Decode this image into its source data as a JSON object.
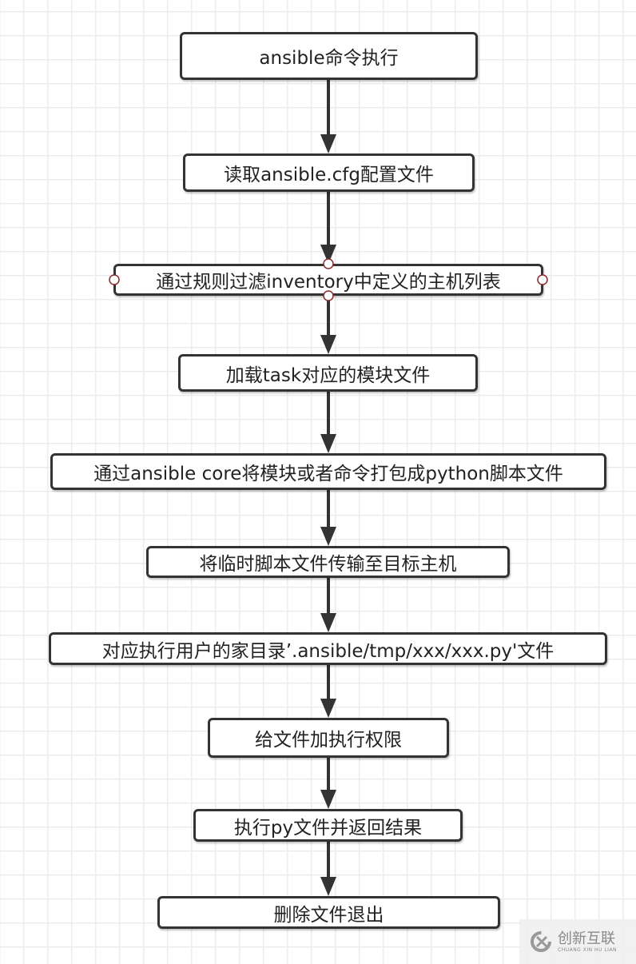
{
  "nodes": [
    {
      "label": "ansible命令执行"
    },
    {
      "label": "读取ansible.cfg配置文件"
    },
    {
      "label": "通过规则过滤inventory中定义的主机列表",
      "selected": true
    },
    {
      "label": "加载task对应的模块文件"
    },
    {
      "label": "通过ansible core将模块或者命令打包成python脚本文件"
    },
    {
      "label": "将临时脚本文件传输至目标主机"
    },
    {
      "label": "对应执行用户的家目录’.ansible/tmp/xxx/xxx.py'文件"
    },
    {
      "label": "给文件加执行权限"
    },
    {
      "label": "执行py文件并返回结果"
    },
    {
      "label": "删除文件退出"
    }
  ],
  "edges": [
    [
      0,
      1
    ],
    [
      1,
      2
    ],
    [
      2,
      3
    ],
    [
      3,
      4
    ],
    [
      4,
      5
    ],
    [
      5,
      6
    ],
    [
      6,
      7
    ],
    [
      7,
      8
    ],
    [
      8,
      9
    ]
  ],
  "watermark": {
    "name": "创新互联",
    "sub": "CHUANG XIN HU LIAN"
  }
}
